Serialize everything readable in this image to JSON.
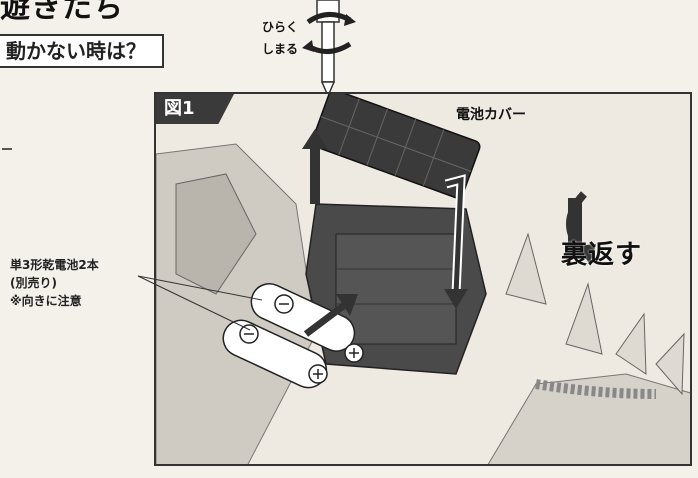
{
  "heading": "遊きたち",
  "question": "動かない時は？",
  "rotation": {
    "open": "ひらく",
    "close": "しまる"
  },
  "battery_label": {
    "line1": "単3形乾電池2本",
    "line2": "(別売り)",
    "line3": "※向きに注意"
  },
  "figure": {
    "title": "図1",
    "cover_label": "電池カバー",
    "flip_label": "裏返す"
  },
  "colors": {
    "cover": "#3a3a3a",
    "frame": "#333333",
    "background": "#f4f1ea"
  }
}
